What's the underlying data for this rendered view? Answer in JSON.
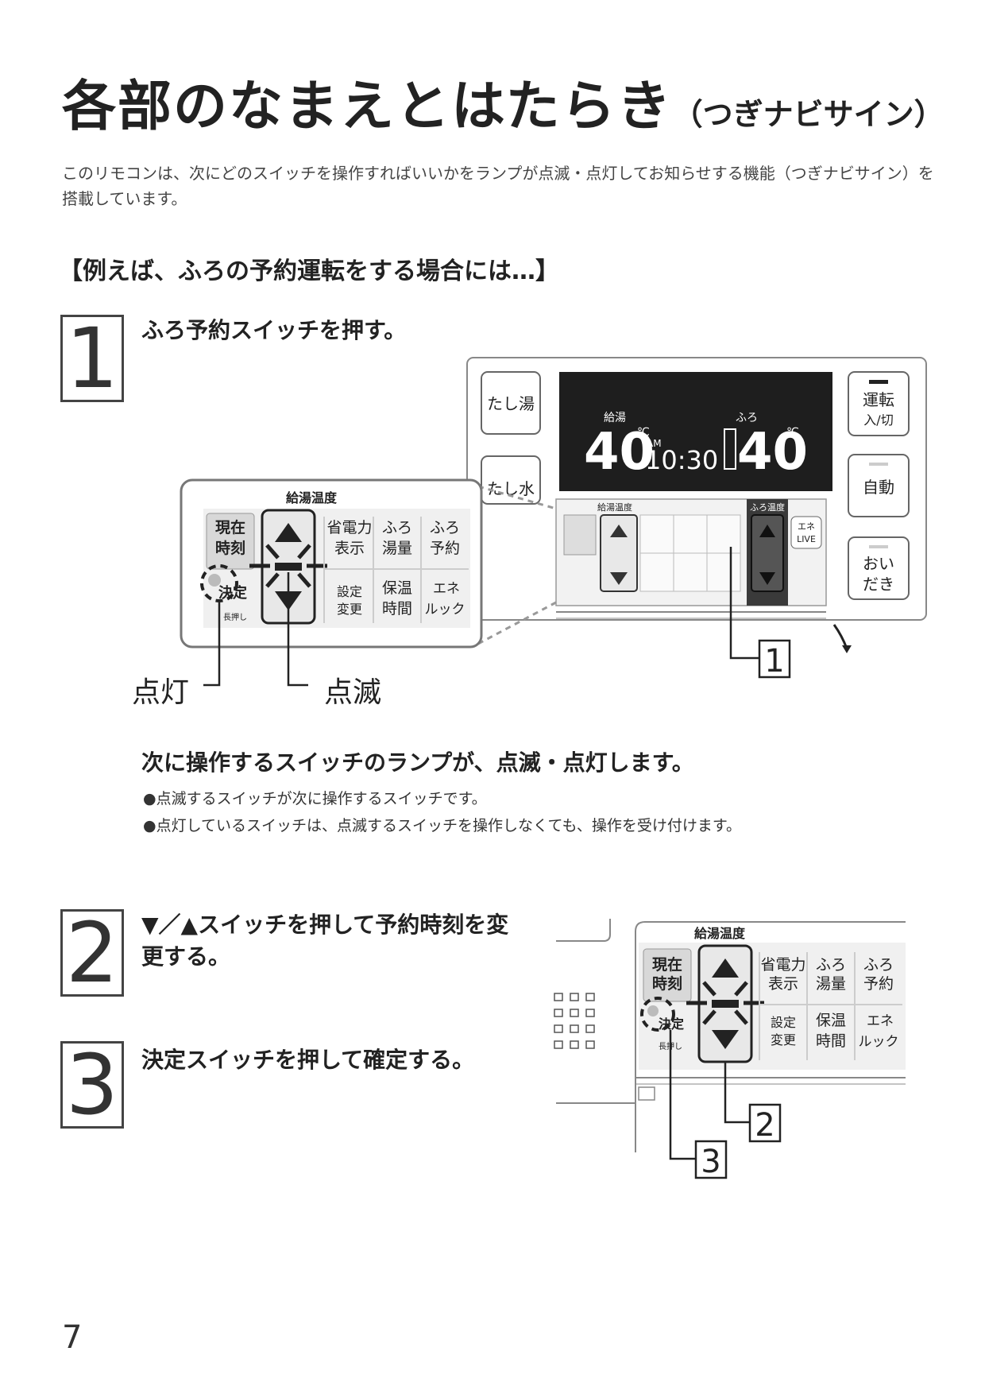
{
  "title": "各部のなまえとはたらき",
  "title_sub": "（つぎナビサイン）",
  "intro": "このリモコンは、次にどのスイッチを操作すればいいかをランプが点滅・点灯してお知らせする機能（つぎナビサイン）を搭載しています。",
  "example_heading": "【例えば、ふろの予約運転をする場合には…】",
  "steps": [
    {
      "number": "1",
      "text": "ふろ予約スイッチを押す。"
    },
    {
      "number": "2",
      "text": "▼／▲スイッチを押して予約時刻を変更する。"
    },
    {
      "number": "3",
      "text": "決定スイッチを押して確定する。"
    }
  ],
  "remote": {
    "tashiyu": "たし湯",
    "tashimizu": "たし水",
    "unten_line1": "運転",
    "unten_line2": "入/切",
    "jido": "自動",
    "oidaki_line1": "おい",
    "oidaki_line2": "だき",
    "kyuto_label": "給湯",
    "furo_label": "ふろ",
    "kyuto_temp": "40",
    "furo_temp": "40",
    "deg": "℃",
    "am": "AM",
    "clock": "10:30",
    "kyuto_ondo": "給湯温度",
    "furo_ondo": "ふろ温度",
    "ene_live_line1": "エネ",
    "ene_live_line2": "LIVE"
  },
  "panel": {
    "heading": "給湯温度",
    "genzai_line1": "現在",
    "genzai_line2": "時刻",
    "kettei": "決定",
    "nagaoshi": "長押し",
    "shodenryoku_line1": "省電力",
    "shodenryoku_line2": "表示",
    "furo_yuryo_line1": "ふろ",
    "furo_yuryo_line2": "湯量",
    "furo_yoyaku_line1": "ふろ",
    "furo_yoyaku_line2": "予約",
    "settei_line1": "設定",
    "settei_line2": "変更",
    "hoon_line1": "保温",
    "hoon_line2": "時間",
    "ene_look_line1": "エネ",
    "ene_look_line2": "ルック"
  },
  "callouts": {
    "lit": "点灯",
    "blinking": "点滅",
    "n1": "1",
    "n2": "2",
    "n3": "3"
  },
  "note_heading": "次に操作するスイッチのランプが、点滅・点灯します。",
  "bullets": [
    "●点滅するスイッチが次に操作するスイッチです。",
    "●点灯しているスイッチは、点滅するスイッチを操作しなくても、操作を受け付けます。"
  ],
  "page_number": "7"
}
